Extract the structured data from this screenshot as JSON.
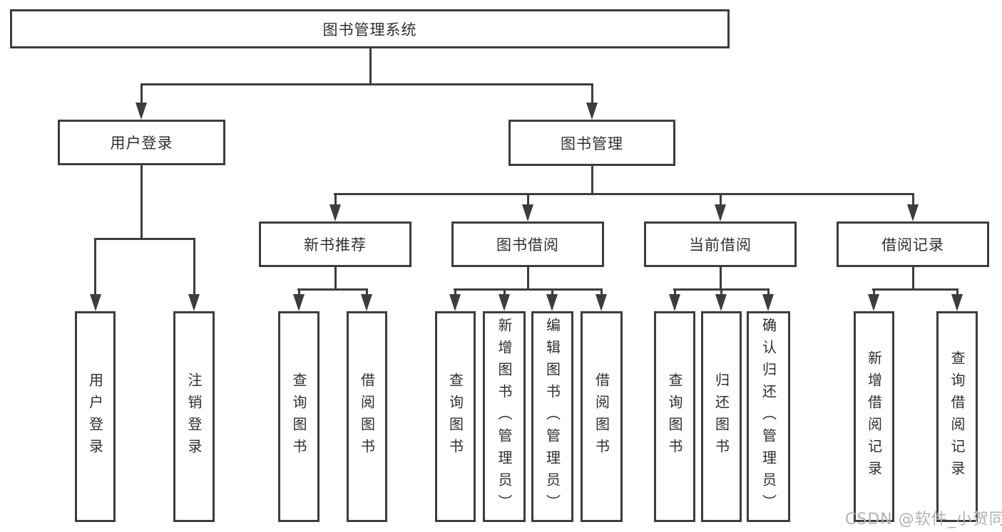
{
  "tree": {
    "root": {
      "label": "图书管理系统"
    },
    "branches": [
      {
        "label": "用户登录",
        "children": [
          {
            "label": "用户登录"
          },
          {
            "label": "注销登录"
          }
        ]
      },
      {
        "label": "图书管理",
        "groups": [
          {
            "label": "新书推荐",
            "children": [
              {
                "label": "查询图书"
              },
              {
                "label": "借阅图书"
              }
            ]
          },
          {
            "label": "图书借阅",
            "children": [
              {
                "label": "查询图书"
              },
              {
                "label": "新增图书（管理员）"
              },
              {
                "label": "编辑图书（管理员）"
              },
              {
                "label": "借阅图书"
              }
            ]
          },
          {
            "label": "当前借阅",
            "children": [
              {
                "label": "查询图书"
              },
              {
                "label": "归还图书"
              },
              {
                "label": "确认归还（管理员）"
              }
            ]
          },
          {
            "label": "借阅记录",
            "children": [
              {
                "label": "新增借阅记录"
              },
              {
                "label": "查询借阅记录"
              }
            ]
          }
        ]
      }
    ]
  },
  "watermark": {
    "text": "CSDN @软件_小贺同学"
  },
  "colors": {
    "line": "#3d3d3d",
    "text": "#2f2f2f",
    "watermark": "#b2b2b2",
    "background": "#ffffff"
  }
}
